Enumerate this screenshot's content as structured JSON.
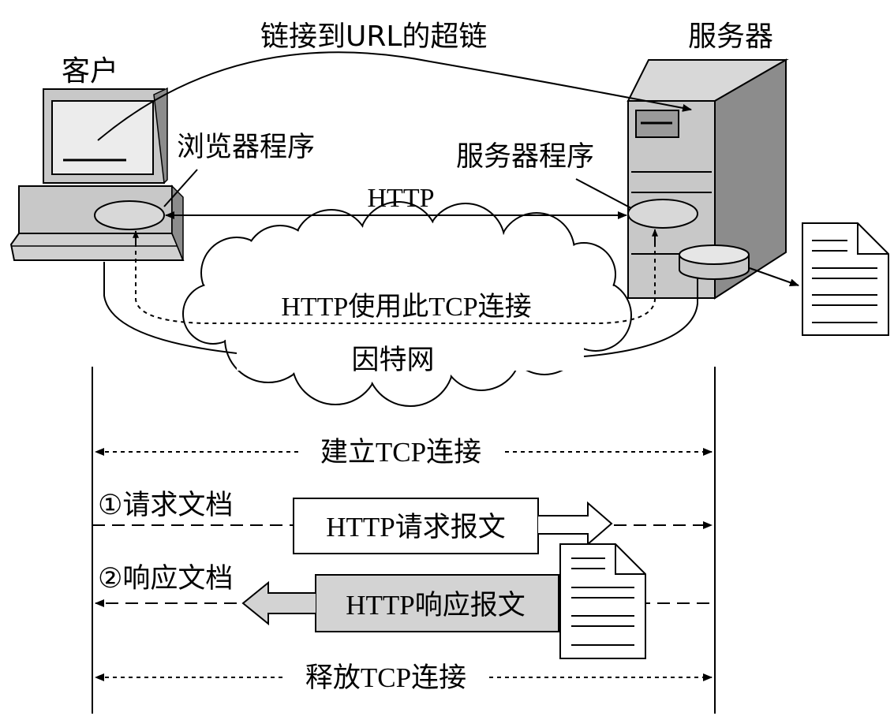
{
  "labels": {
    "top_hyperlink": "链接到URL的超链",
    "client": "客户",
    "server": "服务器",
    "browser_program": "浏览器程序",
    "server_program": "服务器程序",
    "http": "HTTP",
    "tcp_connection_use": "HTTP使用此TCP连接",
    "internet": "因特网",
    "establish_tcp": "建立TCP连接",
    "request_doc": "①请求文档",
    "request_message": "HTTP请求报文",
    "response_doc": "②响应文档",
    "response_message": "HTTP响应报文",
    "release_tcp": "释放TCP连接"
  },
  "colors": {
    "ink": "#000000",
    "device_gray": "#c8c8c8",
    "device_dark": "#8c8c8c",
    "screen_gray": "#ececec",
    "response_fill": "#d3d3d3"
  }
}
